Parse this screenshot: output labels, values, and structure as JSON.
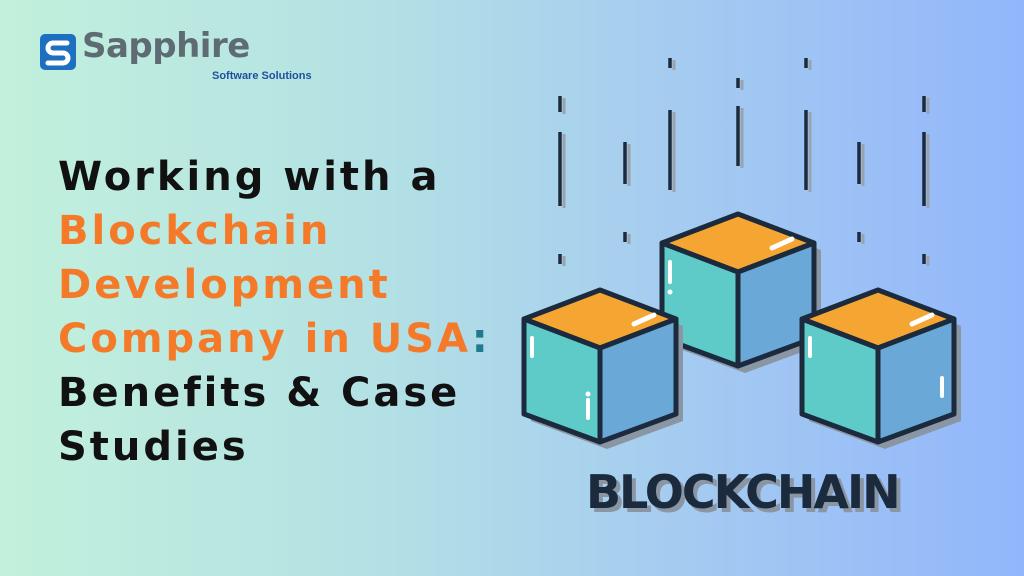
{
  "brand": {
    "name": "Sapphire",
    "tagline": "Software Solutions",
    "logo_icon": "sapphire-s-logo-icon"
  },
  "headline": {
    "line1": "Working with a",
    "line2": "Blockchain",
    "line3": "Development",
    "line4_accent": "Company in USA",
    "line4_colon": ":",
    "line5": "Benefits & Case",
    "line6": "Studies"
  },
  "illustration": {
    "icon": "blockchain-cubes-illustration",
    "caption": "BLOCKCHAIN"
  },
  "colors": {
    "accent_orange": "#f47a2a",
    "headline_text": "#111111",
    "cube_top": "#f5a532",
    "cube_left": "#5ecbc9",
    "cube_right": "#6aa8d8",
    "outline": "#1b2a3c",
    "brand_blue": "#1f4f9e",
    "brand_gray": "#5f6b73"
  }
}
